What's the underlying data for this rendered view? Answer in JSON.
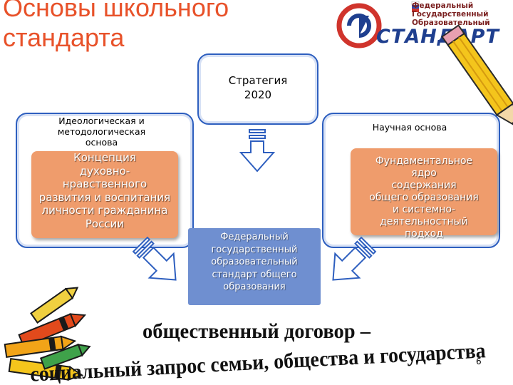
{
  "slide": {
    "title_line1": "Основы школьного",
    "title_line2": "стандарта",
    "page_number": "6"
  },
  "logo": {
    "line1": "Федеральный",
    "line2": "Государственный",
    "line3": "Образовательный",
    "word": "СТАНДАРТ"
  },
  "diagram": {
    "strategy_line1": "Стратегия",
    "strategy_line2": "2020",
    "left_label_line1": "Идеологическая и",
    "left_label_line2": "методологическая",
    "left_label_line3": "основа",
    "left_box_line1": "Концепция",
    "left_box_line2": "духовно-",
    "left_box_line3": "нравственного",
    "left_box_line4": "развития и воспитания",
    "left_box_line5": "личности гражданина",
    "left_box_line6": "России",
    "right_label": "Научная основа",
    "right_box_line1": "Фундаментальное",
    "right_box_line2": "ядро",
    "right_box_line3": "содержания",
    "right_box_line4": "общего образования",
    "right_box_line5": "и системно-деятельностный",
    "right_box_line6": "подход",
    "center_line1": "Федеральный",
    "center_line2": "государственный",
    "center_line3": "образовательный",
    "center_line4": "стандарт общего",
    "center_line5": "образования"
  },
  "slogan": {
    "line1": "общественный договор –",
    "line2": "социальный запрос семьи, общества и государства"
  },
  "colors": {
    "title": "#e8522a",
    "panel_border": "#2e5fbf",
    "orange_box": "#ef9c6c",
    "blue_box": "#6f8fd0",
    "slogan": "#111111"
  },
  "icons": [
    "logo-emblem-icon",
    "pencil-icon",
    "crayons-icon",
    "down-arrow-icon"
  ]
}
